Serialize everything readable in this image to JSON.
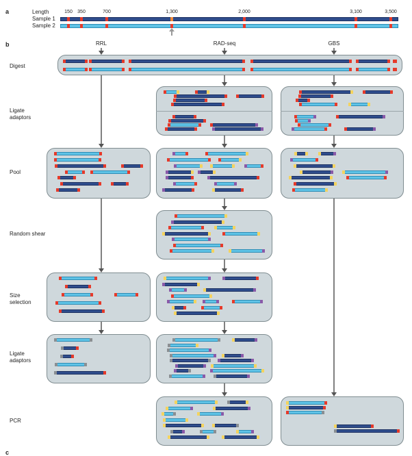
{
  "panel_a": {
    "letter": "a",
    "length_label": "Length",
    "sample1_label": "Sample 1",
    "sample2_label": "Sample 2",
    "lengths": [
      "150",
      "350",
      "700",
      "1,300",
      "2,000",
      "3,100",
      "3,500"
    ]
  },
  "panel_b": {
    "letter": "b",
    "methods": [
      "RRL",
      "RAD-seq",
      "GBS"
    ],
    "rows": {
      "digest": "Digest",
      "ligate1_a": "Ligate",
      "ligate1_b": "adaptors",
      "pool": "Pool",
      "shear": "Random shear",
      "size_a": "Size",
      "size_b": "selection",
      "ligate2_a": "Ligate",
      "ligate2_b": "adaptors",
      "pcr": "PCR"
    }
  },
  "panel_c": {
    "letter": "c"
  },
  "colors": {
    "dark_strand": "#2f4d8c",
    "light_strand": "#5fc3e6",
    "cut_site": "#e63a2a",
    "adaptor_yellow": "#f4d35e",
    "adaptor_purple": "#8a5aa8",
    "adaptor_grey": "#8a8f93",
    "panel_fill": "#cfd8dc",
    "arrow": "#555555"
  }
}
